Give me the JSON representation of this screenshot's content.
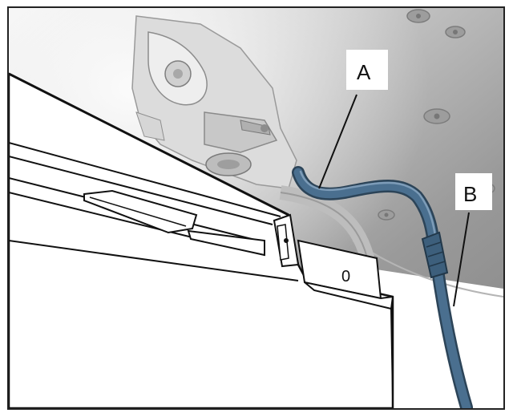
{
  "callouts": {
    "a": {
      "label": "A",
      "target": "hose-upper-section"
    },
    "b": {
      "label": "B",
      "target": "hose-lower-section"
    }
  },
  "part_marking": "0",
  "colors": {
    "background_gray": "#8e8e8e",
    "hose_blue": "#4a6f8f",
    "hose_dark": "#2c4458",
    "panel_white": "#ffffff",
    "line_black": "#111111",
    "frame_border": "#222222"
  }
}
